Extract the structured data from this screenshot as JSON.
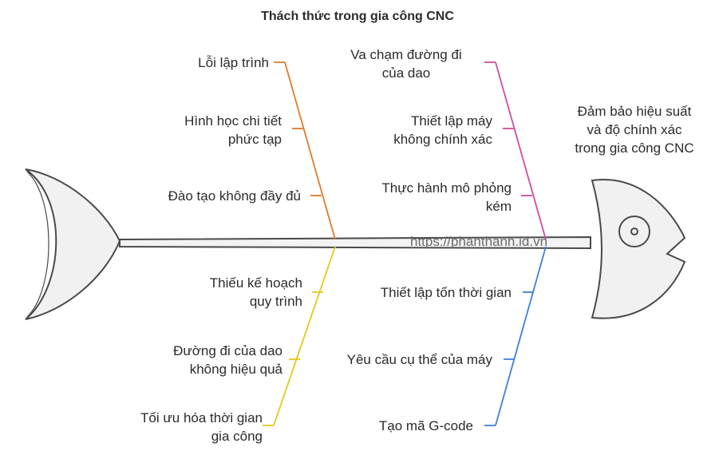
{
  "title": "Thách thức trong gia công CNC",
  "head_label": [
    "Đảm bảo hiệu suất",
    "và độ chính xác",
    "trong gia công CNC"
  ],
  "watermark": "https://phanthanh.id.vn",
  "colors": {
    "branch_top_left": "#e07b2a",
    "branch_top_right": "#d24b9c",
    "branch_bottom_left": "#e3c91c",
    "branch_bottom_right": "#3f7fd6",
    "outline": "#4a4a4a",
    "fill": "#f1f1f1"
  },
  "causes": {
    "top_left": [
      [
        "Lỗi lập trình"
      ],
      [
        "Hình học chi tiết",
        "phức tạp"
      ],
      [
        "Đào tạo không đầy đủ"
      ]
    ],
    "top_right": [
      [
        "Va chạm đường đi",
        "của dao"
      ],
      [
        "Thiết lập máy",
        "không chính xác"
      ],
      [
        "Thực hành mô phỏng",
        "kém"
      ]
    ],
    "bottom_left": [
      [
        "Thiếu kế hoạch",
        "quy trình"
      ],
      [
        "Đường đi của dao",
        "không hiệu quả"
      ],
      [
        "Tối ưu hóa thời gian",
        "gia công"
      ]
    ],
    "bottom_right": [
      [
        "Thiết lập tốn thời gian"
      ],
      [
        "Yêu cầu cụ thể của máy"
      ],
      [
        "Tạo mã G-code"
      ]
    ]
  }
}
